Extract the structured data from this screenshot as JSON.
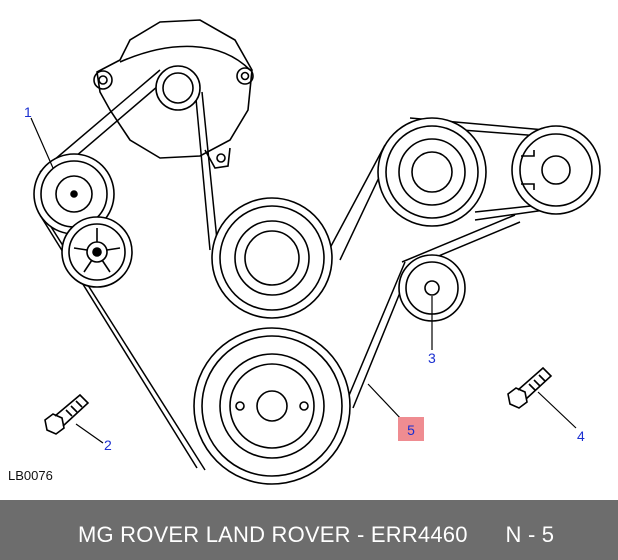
{
  "callouts": {
    "c1": "1",
    "c2": "2",
    "c3": "3",
    "c4": "4",
    "c5": "5"
  },
  "highlight_color": "#ef8c91",
  "callout_color": "#1a2fd0",
  "figure_code": "LB0076",
  "footer": {
    "text": "MG ROVER LAND ROVER - ERR4460      N - 5",
    "background": "#6d6d6d"
  }
}
